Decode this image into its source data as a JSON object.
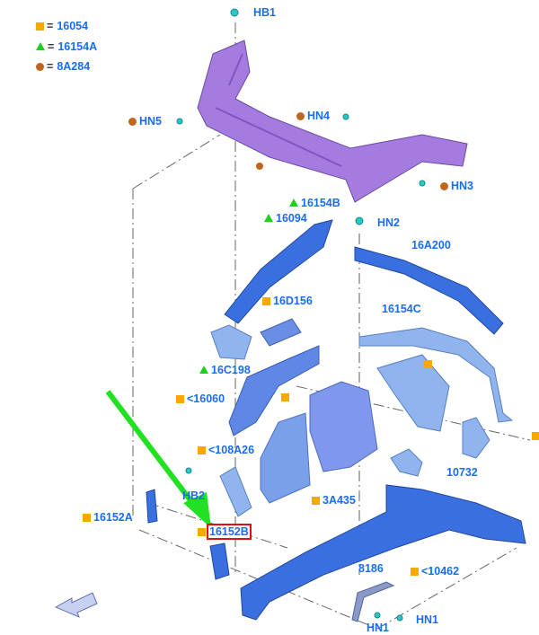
{
  "legend": [
    {
      "symbol": "square",
      "color": "#f9a800",
      "value": "16054"
    },
    {
      "symbol": "triangle",
      "color": "#1fd01f",
      "value": "16154A"
    },
    {
      "symbol": "circle",
      "color": "#c0651a",
      "value": "8A284"
    }
  ],
  "legend_eq": "=",
  "callouts": {
    "hb1": "HB1",
    "hn5": "HN5",
    "hn4": "HN4",
    "hn3": "HN3",
    "c16154b": "16154B",
    "c16094": "16094",
    "hn2": "HN2",
    "c16a200": "16A200",
    "c16d156": "16D156",
    "c16154c": "16154C",
    "c16c198": "16C198",
    "c16060": "<16060",
    "c108a26": "<108A26",
    "hb2": "HB2",
    "c16152a": "16152A",
    "c16152b": "16152B",
    "c3a435": "3A435",
    "c10732": "10732",
    "c8186": "8186",
    "c10462": "<10462",
    "hn1a": "HN1",
    "hn1b": "HN1"
  },
  "highlighted_part": "16152B",
  "colors": {
    "label": "#1a6cf0",
    "purple_part": "#a67be0",
    "blue_part": "#3a6fe0",
    "light_part": "#8fb4ee",
    "arrow": "#22e022"
  }
}
